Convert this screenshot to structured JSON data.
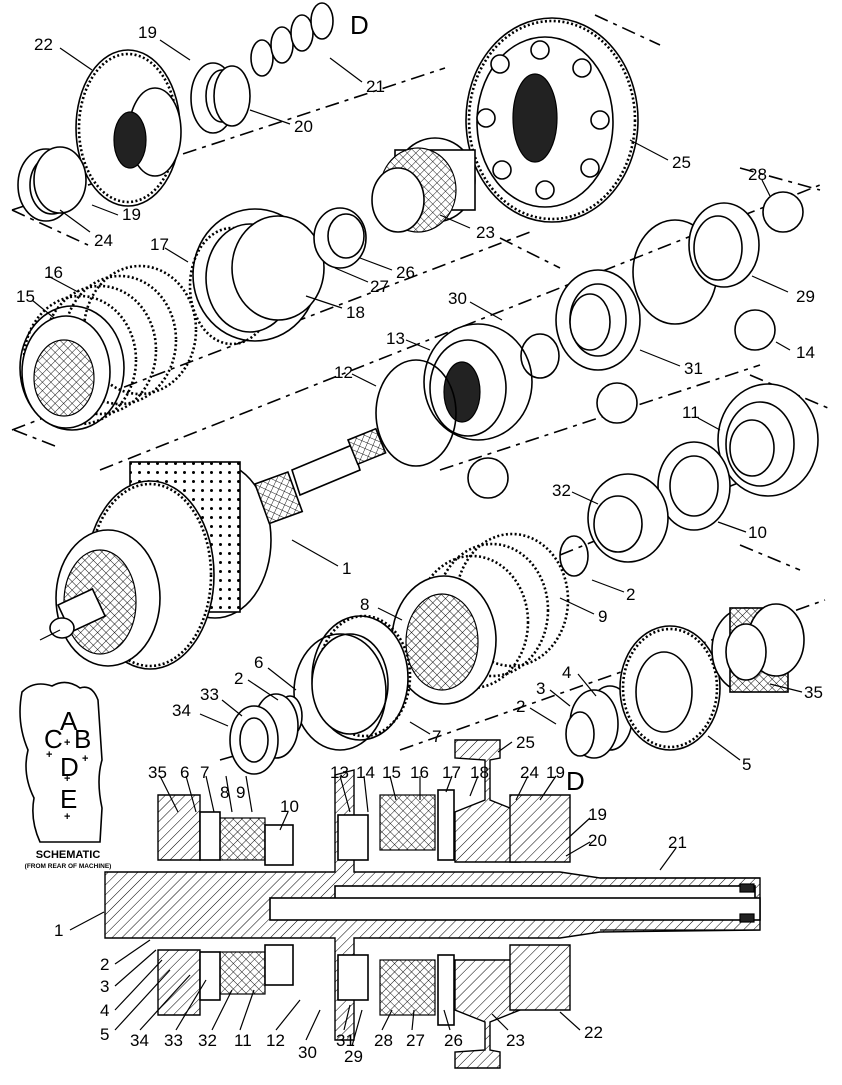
{
  "inset": {
    "letters": [
      "C",
      "A",
      "B",
      "D",
      "E"
    ],
    "title": "SCHEMATIC",
    "subtitle": "(FROM REAR OF MACHINE)"
  },
  "exploded_labels": [
    {
      "id": "ex-d",
      "text": "D"
    },
    {
      "id": "ex-22",
      "text": "22"
    },
    {
      "id": "ex-19a",
      "text": "19"
    },
    {
      "id": "ex-21",
      "text": "21"
    },
    {
      "id": "ex-20",
      "text": "20"
    },
    {
      "id": "ex-19b",
      "text": "19"
    },
    {
      "id": "ex-24",
      "text": "24"
    },
    {
      "id": "ex-25",
      "text": "25"
    },
    {
      "id": "ex-17",
      "text": "17"
    },
    {
      "id": "ex-23",
      "text": "23"
    },
    {
      "id": "ex-26",
      "text": "26"
    },
    {
      "id": "ex-27",
      "text": "27"
    },
    {
      "id": "ex-28",
      "text": "28"
    },
    {
      "id": "ex-29",
      "text": "29"
    },
    {
      "id": "ex-16",
      "text": "16"
    },
    {
      "id": "ex-15",
      "text": "15"
    },
    {
      "id": "ex-18",
      "text": "18"
    },
    {
      "id": "ex-30",
      "text": "30"
    },
    {
      "id": "ex-13",
      "text": "13"
    },
    {
      "id": "ex-31",
      "text": "31"
    },
    {
      "id": "ex-14",
      "text": "14"
    },
    {
      "id": "ex-12",
      "text": "12"
    },
    {
      "id": "ex-11",
      "text": "11"
    },
    {
      "id": "ex-32",
      "text": "32"
    },
    {
      "id": "ex-10",
      "text": "10"
    },
    {
      "id": "ex-1",
      "text": "1"
    },
    {
      "id": "ex-2a",
      "text": "2"
    },
    {
      "id": "ex-8",
      "text": "8"
    },
    {
      "id": "ex-9",
      "text": "9"
    },
    {
      "id": "ex-6",
      "text": "6"
    },
    {
      "id": "ex-35",
      "text": "35"
    },
    {
      "id": "ex-7",
      "text": "7"
    },
    {
      "id": "ex-2b",
      "text": "2"
    },
    {
      "id": "ex-33",
      "text": "33"
    },
    {
      "id": "ex-34",
      "text": "34"
    },
    {
      "id": "ex-4",
      "text": "4"
    },
    {
      "id": "ex-3",
      "text": "3"
    },
    {
      "id": "ex-2c",
      "text": "2"
    },
    {
      "id": "ex-5",
      "text": "5"
    },
    {
      "id": "ex-d2",
      "text": "D"
    }
  ],
  "section_labels": [
    {
      "id": "sec-25",
      "text": "25"
    },
    {
      "id": "sec-35",
      "text": "35"
    },
    {
      "id": "sec-6",
      "text": "6"
    },
    {
      "id": "sec-7",
      "text": "7"
    },
    {
      "id": "sec-8",
      "text": "8"
    },
    {
      "id": "sec-9",
      "text": "9"
    },
    {
      "id": "sec-10",
      "text": "10"
    },
    {
      "id": "sec-13",
      "text": "13"
    },
    {
      "id": "sec-14",
      "text": "14"
    },
    {
      "id": "sec-15",
      "text": "15"
    },
    {
      "id": "sec-16",
      "text": "16"
    },
    {
      "id": "sec-17",
      "text": "17"
    },
    {
      "id": "sec-18",
      "text": "18"
    },
    {
      "id": "sec-24",
      "text": "24"
    },
    {
      "id": "sec-19a",
      "text": "19"
    },
    {
      "id": "sec-19b",
      "text": "19"
    },
    {
      "id": "sec-20",
      "text": "20"
    },
    {
      "id": "sec-21",
      "text": "21"
    },
    {
      "id": "sec-1",
      "text": "1"
    },
    {
      "id": "sec-2",
      "text": "2"
    },
    {
      "id": "sec-3",
      "text": "3"
    },
    {
      "id": "sec-4",
      "text": "4"
    },
    {
      "id": "sec-5",
      "text": "5"
    },
    {
      "id": "sec-34",
      "text": "34"
    },
    {
      "id": "sec-33",
      "text": "33"
    },
    {
      "id": "sec-32",
      "text": "32"
    },
    {
      "id": "sec-11",
      "text": "11"
    },
    {
      "id": "sec-12",
      "text": "12"
    },
    {
      "id": "sec-30",
      "text": "30"
    },
    {
      "id": "sec-31",
      "text": "31"
    },
    {
      "id": "sec-29",
      "text": "29"
    },
    {
      "id": "sec-28",
      "text": "28"
    },
    {
      "id": "sec-27",
      "text": "27"
    },
    {
      "id": "sec-26",
      "text": "26"
    },
    {
      "id": "sec-23",
      "text": "23"
    },
    {
      "id": "sec-22",
      "text": "22"
    }
  ]
}
